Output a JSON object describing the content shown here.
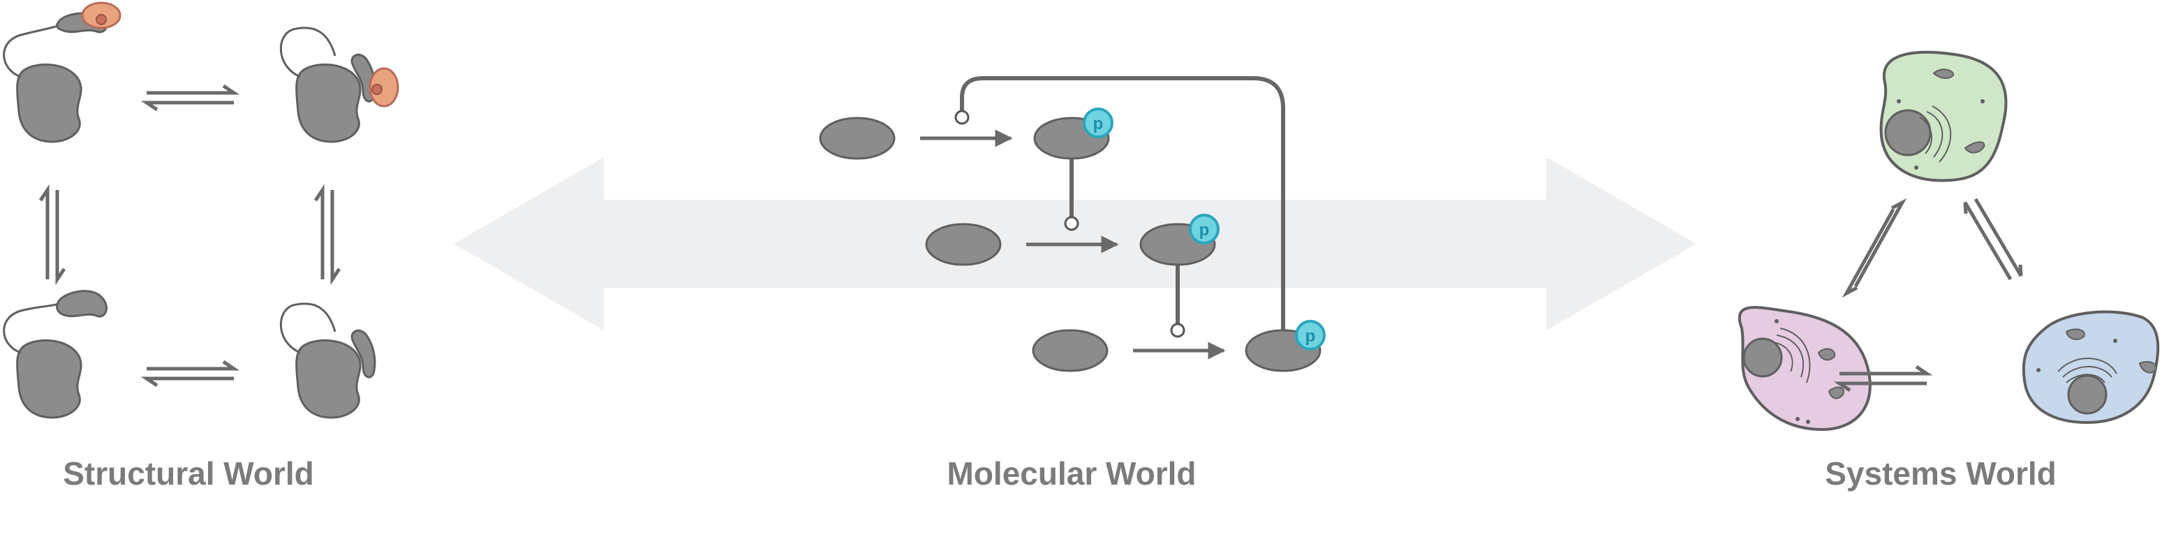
{
  "labels": {
    "structural": "Structural World",
    "molecular": "Molecular World",
    "systems": "Systems World"
  },
  "phospho_mark": "p",
  "colors": {
    "background_arrow": "#eeeff1",
    "protein_fill": "#8c8c8c",
    "protein_stroke": "#5f5f5f",
    "arrow": "#6a6a6a",
    "ligand_fill": "#e8a47e",
    "ligand_stroke": "#b96b58",
    "phospho_fill": "#6fd3e0",
    "phospho_stroke": "#2aa6bd",
    "phospho_text": "#1c8fa8",
    "cell_green": "#cfe6c8",
    "cell_pink": "#e6cce2",
    "cell_blue": "#c7d7ec",
    "label_text": "#7b7b7b"
  },
  "icons": [
    "double-headed-arrow",
    "equilibrium-arrow",
    "protein-blob",
    "ligand",
    "phosphate-marker",
    "cell",
    "nucleus"
  ]
}
